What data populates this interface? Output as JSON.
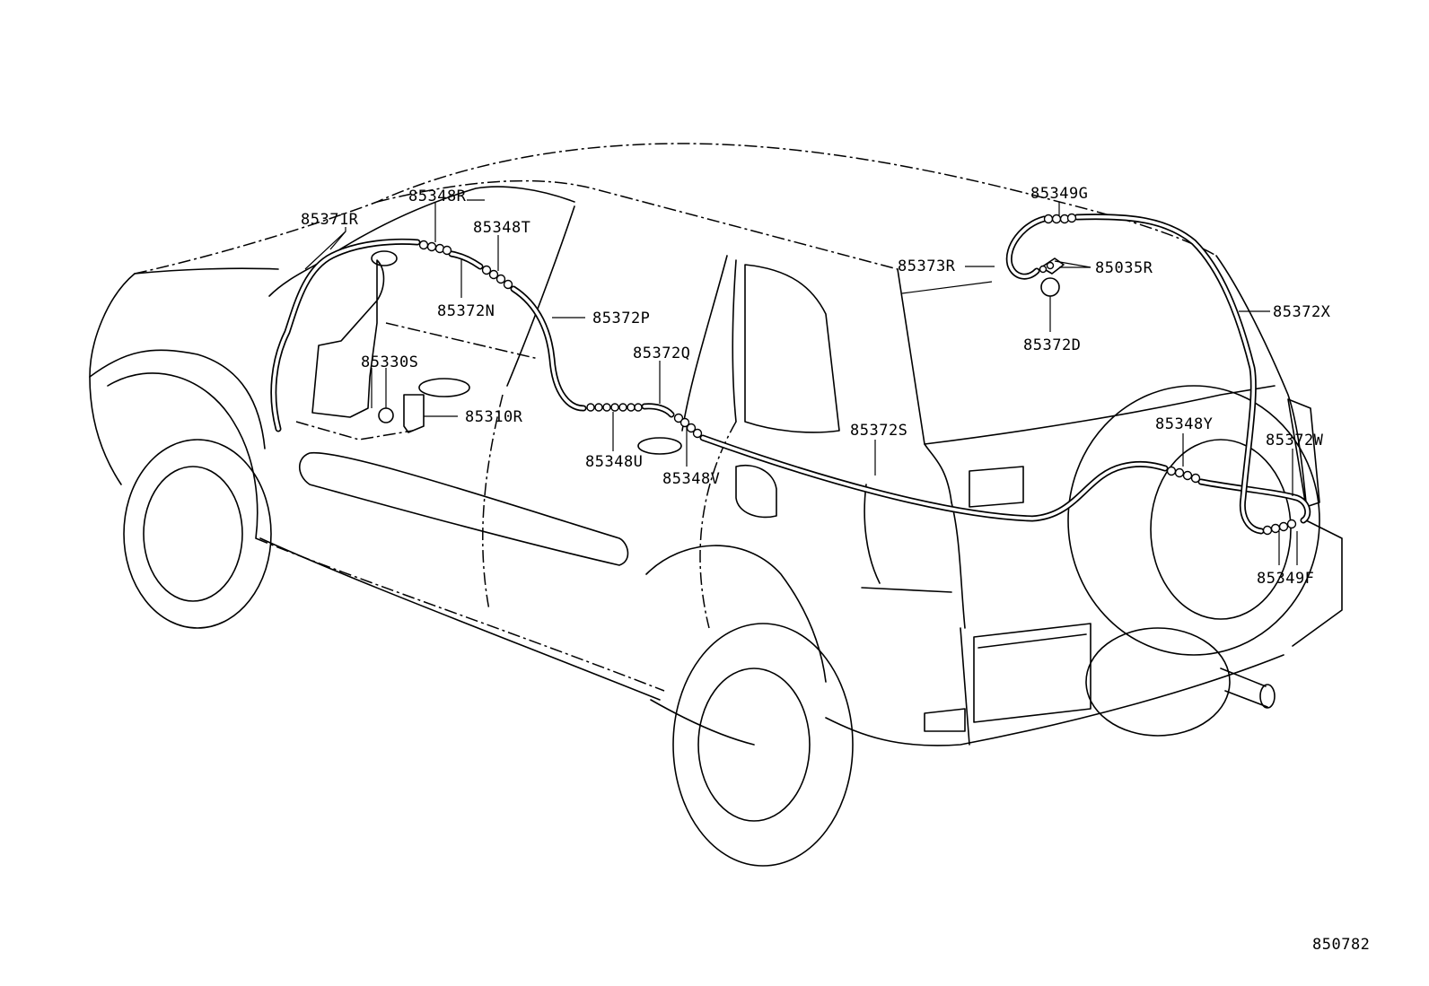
{
  "diagram": {
    "part_labels": [
      "85371R",
      "85348R",
      "85348T",
      "85372N",
      "85372P",
      "85330S",
      "85310R",
      "85372Q",
      "85348U",
      "85348V",
      "85373R",
      "85349G",
      "85035R",
      "85372D",
      "85372X",
      "85372S",
      "85348Y",
      "85372W",
      "85349F"
    ],
    "drawing_number": "850782"
  }
}
